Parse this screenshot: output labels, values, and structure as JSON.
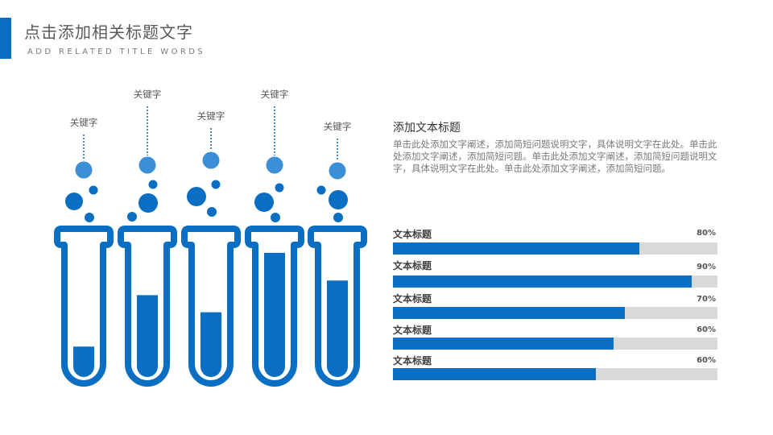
{
  "header": {
    "title": "点击添加相关标题文字",
    "subtitle": "ADD RELATED TITLE WORDS"
  },
  "colors": {
    "accent": "#0a6fc2",
    "bubble": "#3a8fd6",
    "track": "#d9d9d9"
  },
  "tubes": [
    {
      "label": "关键字",
      "level": 0.23
    },
    {
      "label": "关键字",
      "level": 0.62
    },
    {
      "label": "关键字",
      "level": 0.49
    },
    {
      "label": "关键字",
      "level": 0.94
    },
    {
      "label": "关键字",
      "level": 0.73
    }
  ],
  "section": {
    "title": "添加文本标题",
    "body": "单击此处添加文字阐述，添加简短问题说明文字，具体说明文字在此处。单击此处添加文字阐述，添加简短问题。单击此处添加文字阐述，添加简短问题说明文字，具体说明文字在此处。单击此处添加文字阐述，添加简短问题。"
  },
  "bars": [
    {
      "label": "文本标题",
      "pct_label": "80%",
      "fill": 0.76
    },
    {
      "label": "文本标题",
      "pct_label": "90%",
      "fill": 0.92
    },
    {
      "label": "文本标题",
      "pct_label": "70%",
      "fill": 0.715
    },
    {
      "label": "文本标题",
      "pct_label": "60%",
      "fill": 0.68
    },
    {
      "label": "文本标题",
      "pct_label": "60%",
      "fill": 0.625
    }
  ]
}
